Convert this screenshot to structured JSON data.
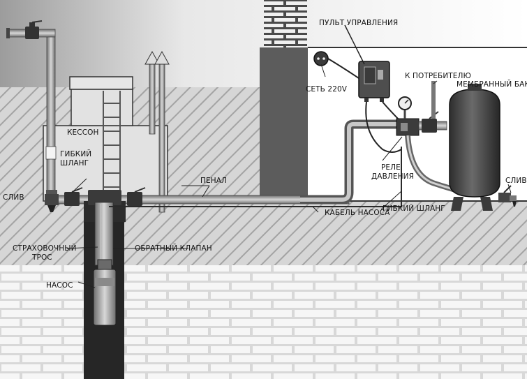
{
  "labels": {
    "panel": "ПУЛЬТ УПРАВЛЕНИЯ",
    "to_consumer": "К ПОТРЕБИТЕЛЮ",
    "membrane_tank": "МЕМБРАННЫЙ БАК",
    "mains": "СЕТЬ 220V",
    "caisson": "КЕССОН",
    "flexible_hose_1": "ГИБКИЙ",
    "flexible_hose_2": "ШЛАНГ",
    "pressure_relay_1": "РЕЛЕ",
    "pressure_relay_2": "ДАВЛЕНИЯ",
    "casing": "ПЕНАЛ",
    "drain_left": "СЛИВ",
    "drain_right": "СЛИВ",
    "flexible_hose_right": "ГИБКИЙ ШЛАНГ",
    "pump_cable": "КАБЕЛЬ НАСОСА",
    "safety_rope_1": "СТРАХОВОЧНЫЙ",
    "safety_rope_2": "ТРОС",
    "check_valve": "ОБРАТНЫЙ КЛАПАН",
    "pump": "НАСОС"
  },
  "colors": {
    "soil_bg": "#d4d4d4",
    "hatch": "#9a9a9a",
    "brick_mortar": "#d6d6d6",
    "brick": "#f4f4f4",
    "pipe": "#8c8c8c",
    "pipe_dark": "#3a3a3a",
    "tank": "#4a4a4a",
    "column": "#5a5a5a"
  },
  "icons": {
    "valve": "valve-icon",
    "pressure_gauge": "pressure-gauge-icon",
    "vent_arrow": "vent-arrow-icon"
  }
}
